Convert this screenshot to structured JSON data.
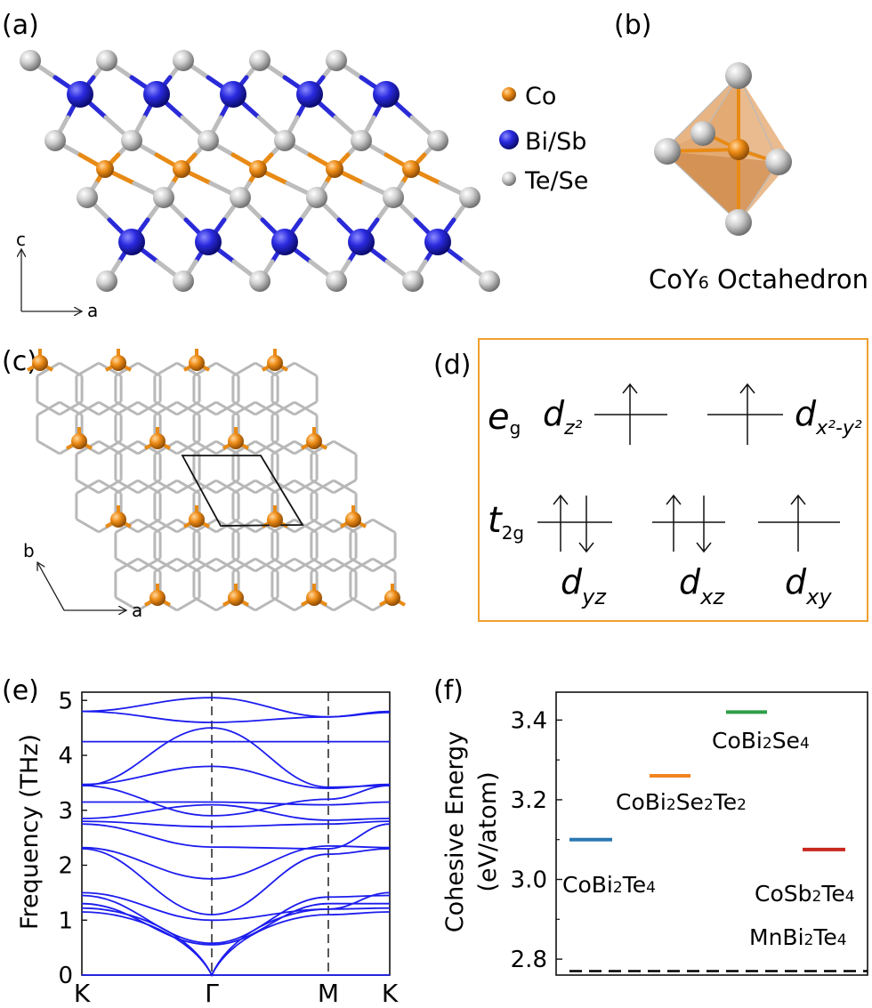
{
  "panels": {
    "a": {
      "label": "(a)",
      "legend": [
        {
          "name": "Co",
          "color": "#e88a14"
        },
        {
          "name": "Bi/Sb",
          "color": "#2424d8"
        },
        {
          "name": "Te/Se",
          "color": "#c8c8c8"
        }
      ],
      "axis_up": "c",
      "axis_right": "a"
    },
    "b": {
      "label": "(b)",
      "caption_main": "CoY",
      "caption_sub": "6",
      "caption_tail": " Octahedron"
    },
    "c": {
      "label": "(c)",
      "axis_up": "b",
      "axis_right": "a"
    },
    "d": {
      "label": "(d)",
      "eg_letter": "e",
      "eg_sub": "g",
      "t2g_letter": "t",
      "t2g_sub": "2g",
      "orbitals": {
        "dz2": {
          "d": "d",
          "sub": "z²"
        },
        "dx2y2": {
          "d": "d",
          "sub": "x²-y²"
        },
        "dyz": {
          "d": "d",
          "sub": "yz"
        },
        "dxz": {
          "d": "d",
          "sub": "xz"
        },
        "dxy": {
          "d": "d",
          "sub": "xy"
        }
      }
    },
    "e": {
      "label": "(e)",
      "ylabel": "Frequency (THz)",
      "ytick_labels": [
        "0",
        "1",
        "2",
        "3",
        "4",
        "5"
      ],
      "xtick_labels": [
        "K",
        "Γ",
        "M",
        "K"
      ]
    },
    "f": {
      "label": "(f)",
      "ylabel_line1": "Cohesive Energy",
      "ylabel_line2": "(eV/atom)",
      "ytick_labels": [
        "2.8",
        "3.0",
        "3.2",
        "3.4"
      ]
    }
  },
  "chart_data": [
    {
      "type": "line",
      "title": "",
      "xlabel": "",
      "ylabel": "Frequency (THz)",
      "ylim": [
        0,
        5.15
      ],
      "x": [
        "K",
        "Γ",
        "M",
        "K"
      ],
      "line_color": "#1c1cee",
      "series": [
        {
          "values": [
            0.0,
            0.0,
            0.0,
            0.0
          ]
        },
        {
          "values": [
            1.15,
            0.0,
            1.1,
            1.15
          ]
        },
        {
          "values": [
            1.22,
            0.0,
            1.2,
            1.22
          ]
        },
        {
          "values": [
            1.3,
            0.55,
            1.3,
            1.3
          ]
        },
        {
          "values": [
            1.45,
            0.58,
            1.42,
            1.45
          ]
        },
        {
          "values": [
            1.5,
            1.0,
            1.2,
            1.5
          ]
        },
        {
          "values": [
            2.3,
            1.1,
            2.2,
            2.3
          ]
        },
        {
          "values": [
            2.32,
            1.75,
            2.35,
            2.32
          ]
        },
        {
          "values": [
            2.75,
            2.33,
            2.3,
            2.75
          ]
        },
        {
          "values": [
            2.8,
            2.7,
            2.75,
            2.8
          ]
        },
        {
          "values": [
            2.85,
            3.1,
            2.82,
            2.85
          ]
        },
        {
          "values": [
            3.15,
            3.15,
            3.1,
            3.15
          ]
        },
        {
          "values": [
            3.45,
            2.9,
            3.2,
            3.45
          ]
        },
        {
          "values": [
            3.47,
            3.8,
            3.4,
            3.47
          ]
        },
        {
          "values": [
            4.25,
            4.25,
            4.25,
            4.25
          ]
        },
        {
          "values": [
            3.45,
            4.5,
            3.42,
            3.45
          ]
        },
        {
          "values": [
            4.8,
            4.6,
            4.7,
            4.8
          ]
        },
        {
          "values": [
            4.8,
            5.05,
            4.7,
            4.78
          ]
        }
      ]
    },
    {
      "type": "scatter",
      "title": "",
      "xlabel": "",
      "ylabel": "Cohesive Energy (eV/atom)",
      "ylim": [
        2.76,
        3.47
      ],
      "categories": [
        "CoBi2Te4",
        "CoBi2Se2Te2",
        "CoBi2Se4",
        "CoSb2Te4",
        "MnBi2Te4"
      ],
      "points": [
        {
          "label": "CoBi",
          "sub": "2",
          "label2": "Te",
          "sub2": "4",
          "label3": "",
          "sub3": "",
          "value": 3.1,
          "color": "#2b78b2"
        },
        {
          "label": "CoBi",
          "sub": "2",
          "label2": "Se",
          "sub2": "2",
          "label3": "Te",
          "sub3": "2",
          "value": 3.26,
          "color": "#f08420"
        },
        {
          "label": "CoBi",
          "sub": "2",
          "label2": "Se",
          "sub2": "4",
          "label3": "",
          "sub3": "",
          "value": 3.42,
          "color": "#2e9e45"
        },
        {
          "label": "CoSb",
          "sub": "2",
          "label2": "Te",
          "sub2": "4",
          "label3": "",
          "sub3": "",
          "value": 3.075,
          "color": "#c8281f"
        },
        {
          "label": "MnBi",
          "sub": "2",
          "label2": "Te",
          "sub2": "4",
          "label3": "",
          "sub3": "",
          "value": 2.77,
          "color": "#000000",
          "dashed": true
        }
      ]
    }
  ]
}
